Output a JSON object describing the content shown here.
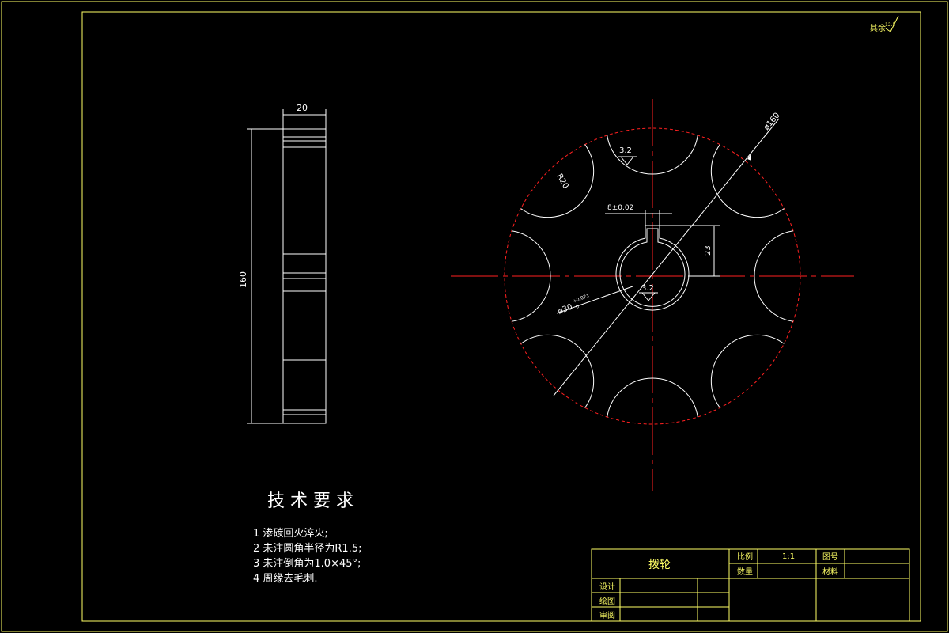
{
  "drawing": {
    "side_view": {
      "width_dim": "20",
      "height_dim": "160"
    },
    "front_view": {
      "outer_dia": "ø160",
      "bore_dia": "ø30",
      "bore_tol": "+0.021",
      "bore_tol_low": "0",
      "slot_radius": "R20",
      "key_width": "8±0.02",
      "key_depth": "23",
      "rough_top": "3.2",
      "rough_bore": "3.2",
      "slot_count": 8
    },
    "corner_mark": "其余",
    "corner_mark_sup": "12.5"
  },
  "tech_req": {
    "title": "技 术 要 求",
    "items": [
      "1   渗碳回火淬火;",
      "2   未注圆角半径为R1.5;",
      "3   未注倒角为1.0×45°;",
      "4   周缘去毛刺."
    ]
  },
  "title_block": {
    "part_name": "拨轮",
    "scale_label": "比例",
    "scale_value": "1:1",
    "drawing_no_label": "图号",
    "quantity_label": "数量",
    "material_label": "材料",
    "design_label": "设计",
    "draw_label": "绘图",
    "review_label": "审阅"
  },
  "colors": {
    "frame": "#ffff66",
    "line": "#ffffff",
    "center": "#ff2020"
  }
}
